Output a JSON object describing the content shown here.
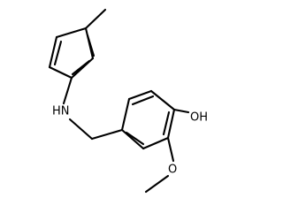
{
  "molecule": {
    "atoms": {
      "amine": "HN",
      "hydroxyl": "OH",
      "ether_oxygen": "O"
    }
  }
}
